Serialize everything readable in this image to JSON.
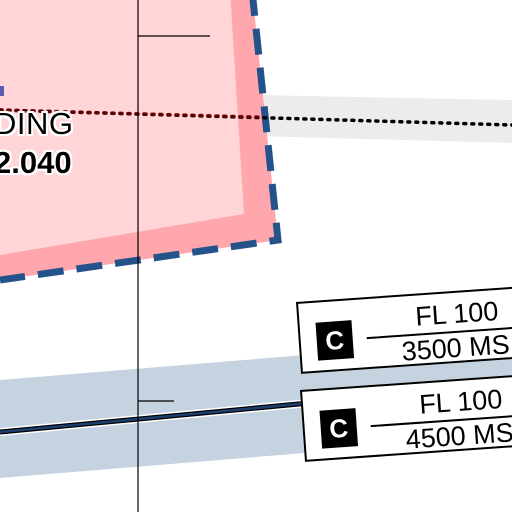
{
  "zone": {
    "name_fragment": "DING",
    "frequency_fragment": "2.040"
  },
  "airways": [
    {
      "class": "C",
      "upper_limit": "FL 100",
      "lower_limit": "3500 MS"
    },
    {
      "class": "C",
      "upper_limit": "FL 100",
      "lower_limit": "4500 MS"
    }
  ],
  "colors": {
    "zone_fill": "#ffd5d7",
    "zone_border_band": "#ffa7ac",
    "zone_dash": "#24528a",
    "airway_corridor": "#c5d3e0",
    "airway_centerline": "#1d3f70",
    "route_line": "#000000",
    "route_corridor": "#ececec"
  }
}
